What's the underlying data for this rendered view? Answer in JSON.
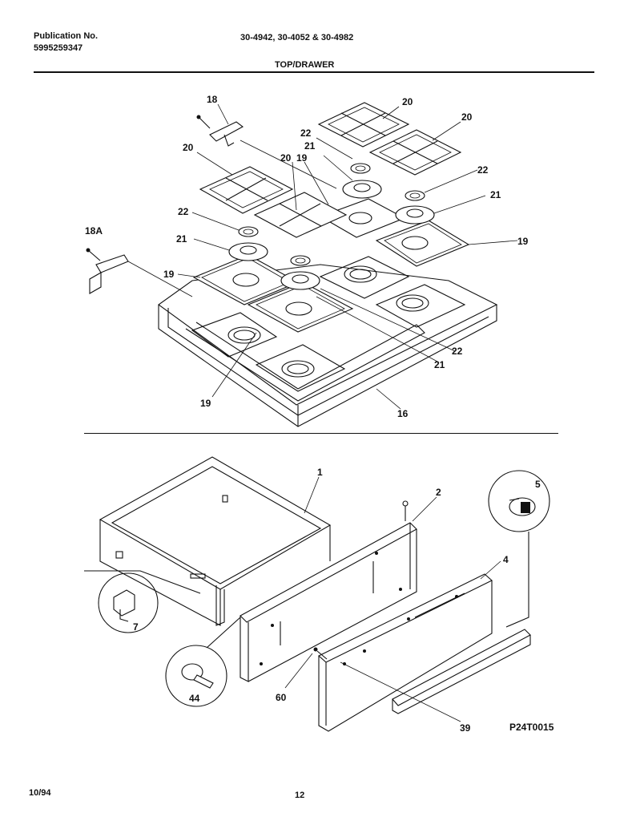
{
  "header": {
    "publication_label": "Publication No.",
    "publication_number": "5995259347",
    "models": "30-4942, 30-4052 & 30-4982",
    "section_title": "TOP/DRAWER"
  },
  "footer": {
    "date": "10/94",
    "page_number": "12",
    "figure_id": "P24T0015"
  },
  "callouts": {
    "c18": "18",
    "c18a": "18A",
    "c20a": "20",
    "c20b": "20",
    "c20c": "20",
    "c20d": "20",
    "c19a": "19",
    "c19b": "19",
    "c19c": "19",
    "c19d": "19",
    "c21a": "21",
    "c21b": "21",
    "c21c": "21",
    "c21d": "21",
    "c22a": "22",
    "c22b": "22",
    "c22c": "22",
    "c22d": "22",
    "c16": "16",
    "c1": "1",
    "c2": "2",
    "c4": "4",
    "c5": "5",
    "c7": "7",
    "c39": "39",
    "c44": "44",
    "c60": "60"
  }
}
